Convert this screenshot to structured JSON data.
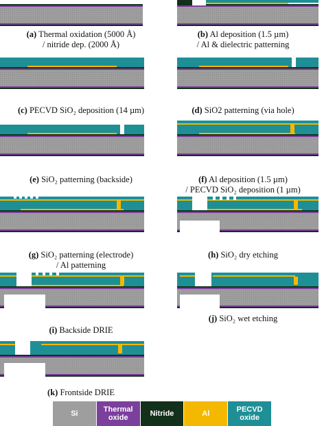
{
  "colors": {
    "si": "#9e9e9e",
    "thermal_oxide": "#7b3f9c",
    "nitride": "#12301a",
    "al": "#f5b800",
    "pecvd_oxide": "#1f8f96"
  },
  "steps": [
    {
      "label": "(a)",
      "text": "Thermal oxidation (5000 Å)",
      "text2": "/ nitride dep. (2000 Å)"
    },
    {
      "label": "(b)",
      "text": "Al deposition (1.5 µm)",
      "text2": "/ Al & dielectric patterning"
    },
    {
      "label": "(c)",
      "text": "PECVD SiO₂ deposition (14 µm)",
      "text2": ""
    },
    {
      "label": "(d)",
      "text": "SiO2 patterning (via hole)",
      "text2": ""
    },
    {
      "label": "(e)",
      "text": "SiO₂ patterning (backside)",
      "text2": ""
    },
    {
      "label": "(f)",
      "text": "Al deposition (1.5 µm)",
      "text2": "/ PECVD SiO₂ deposition (1 µm)"
    },
    {
      "label": "(g)",
      "text": "SiO₂ patterning (electrode)",
      "text2": "/ Al patterning"
    },
    {
      "label": "(h)",
      "text": "SiO₂ dry etching",
      "text2": ""
    },
    {
      "label": "(i)",
      "text": "Backside DRIE",
      "text2": ""
    },
    {
      "label": "(j)",
      "text": "SiO₂ wet etching",
      "text2": ""
    },
    {
      "label": "(k)",
      "text": "Frontside DRIE",
      "text2": ""
    }
  ],
  "legend": [
    {
      "label": "Si",
      "color": "#9e9e9e"
    },
    {
      "label": "Thermal oxide",
      "color": "#7b3f9c"
    },
    {
      "label": "Nitride",
      "color": "#12301a"
    },
    {
      "label": "Al",
      "color": "#f5b800"
    },
    {
      "label": "PECVD oxide",
      "color": "#1f8f96"
    }
  ]
}
